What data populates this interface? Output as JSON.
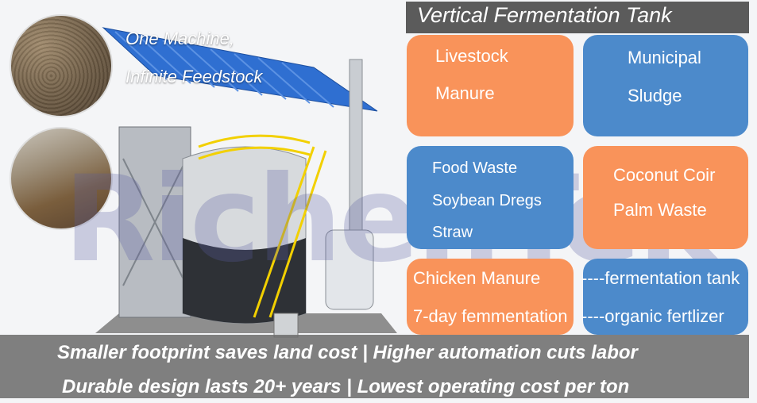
{
  "header": {
    "title": "Vertical Fermentation Tank"
  },
  "slogan": {
    "line1": "One Machine,",
    "line2": "Infinite Feedstock"
  },
  "watermark": {
    "text": "RichenTek"
  },
  "cards": [
    {
      "lines": [
        "Livestock",
        "Manure"
      ]
    },
    {
      "lines": [
        "Municipal",
        "Sludge"
      ]
    },
    {
      "lines": [
        "Food Waste",
        "Soybean Dregs",
        "Straw"
      ]
    },
    {
      "lines": [
        "Coconut Coir",
        "Palm Waste"
      ]
    }
  ],
  "process": {
    "row1_left": "Chicken Manure",
    "row1_right": "----fermentation  tank",
    "row2_left": "7-day femmentation",
    "row2_right": "----organic fertlizer"
  },
  "bottom": {
    "line1": "Smaller footprint saves land cost | Higher automation cuts labor",
    "line2": "Durable design lasts 20+ years | Lowest operating cost per ton"
  },
  "colors": {
    "orange": "#f9935a",
    "blue": "#4c8acb",
    "roof": "#2f6fd1"
  }
}
